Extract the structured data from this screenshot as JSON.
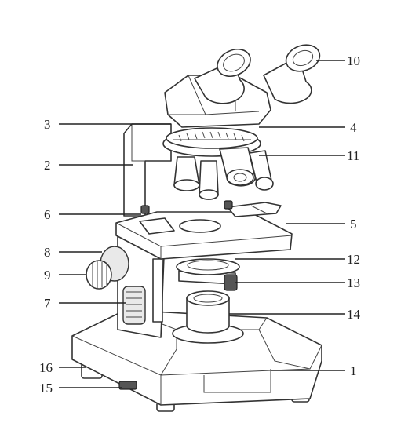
{
  "diagram": {
    "subject": "compound light microscope line drawing",
    "labels": [
      {
        "id": "1",
        "text": "1"
      },
      {
        "id": "2",
        "text": "2"
      },
      {
        "id": "3",
        "text": "3"
      },
      {
        "id": "4",
        "text": "4"
      },
      {
        "id": "5",
        "text": "5"
      },
      {
        "id": "6",
        "text": "6"
      },
      {
        "id": "7",
        "text": "7"
      },
      {
        "id": "8",
        "text": "8"
      },
      {
        "id": "9",
        "text": "9"
      },
      {
        "id": "10",
        "text": "10"
      },
      {
        "id": "11",
        "text": "11"
      },
      {
        "id": "12",
        "text": "12"
      },
      {
        "id": "13",
        "text": "13"
      },
      {
        "id": "14",
        "text": "14"
      },
      {
        "id": "15",
        "text": "15"
      },
      {
        "id": "16",
        "text": "16"
      }
    ]
  }
}
